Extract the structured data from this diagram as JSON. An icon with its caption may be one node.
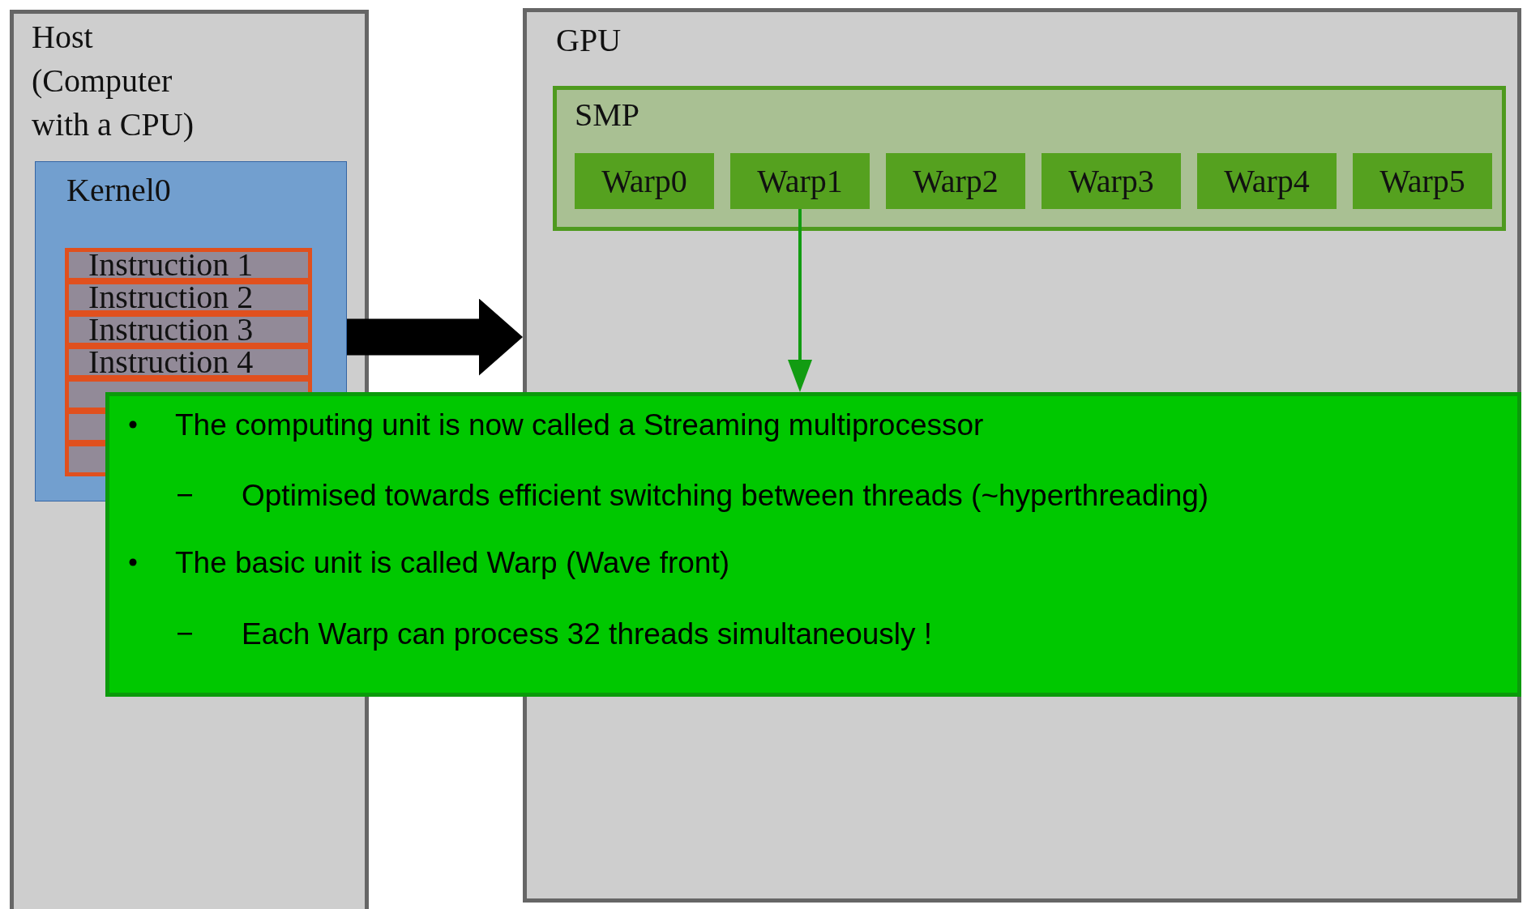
{
  "diagram": {
    "nodes": [
      {
        "text": [
          "Host (Computer with a CPU)"
        ]
      },
      {
        "text": [
          "Kernel0"
        ],
        "in": 0
      },
      {
        "text": [
          "Instruction 1"
        ],
        "in": 1
      },
      {
        "text": [
          "Instruction 2"
        ],
        "in": 1
      },
      {
        "text": [
          "Instruction 3"
        ],
        "in": 1
      },
      {
        "text": [
          "Instruction 4"
        ],
        "in": 1
      },
      {
        "text": [],
        "shape": "box",
        "in": 1
      },
      {
        "text": [],
        "shape": "box",
        "in": 1
      },
      {
        "text": [],
        "shape": "box",
        "in": 1
      },
      {
        "text": [
          "GPU"
        ]
      },
      {
        "text": [
          "SMP"
        ],
        "in": 9
      },
      {
        "text": [
          "Warp0"
        ],
        "in": 10
      },
      {
        "text": [
          "Warp1"
        ],
        "in": 10
      },
      {
        "text": [
          "Warp2"
        ],
        "in": 10
      },
      {
        "text": [
          "Warp3"
        ],
        "in": 10
      },
      {
        "text": [
          "Warp4"
        ],
        "in": 10
      },
      {
        "text": [
          "Warp5"
        ],
        "in": 10
      },
      {
        "text": [
          "The computing unit is now called a Streaming multiprocessor",
          "Optimised towards efficient switching between threads (~hyperthreading)",
          "The basic unit is called Warp (Wave front)",
          "Each Warp can process 32 threads simultaneously !"
        ]
      }
    ],
    "edges": [
      {
        "from": 1,
        "to": 9,
        "arrow": "to",
        "style": "thick",
        "color": "#000000"
      },
      {
        "from": 12,
        "to": 17,
        "arrow": "to",
        "color": "#129c12"
      }
    ]
  }
}
